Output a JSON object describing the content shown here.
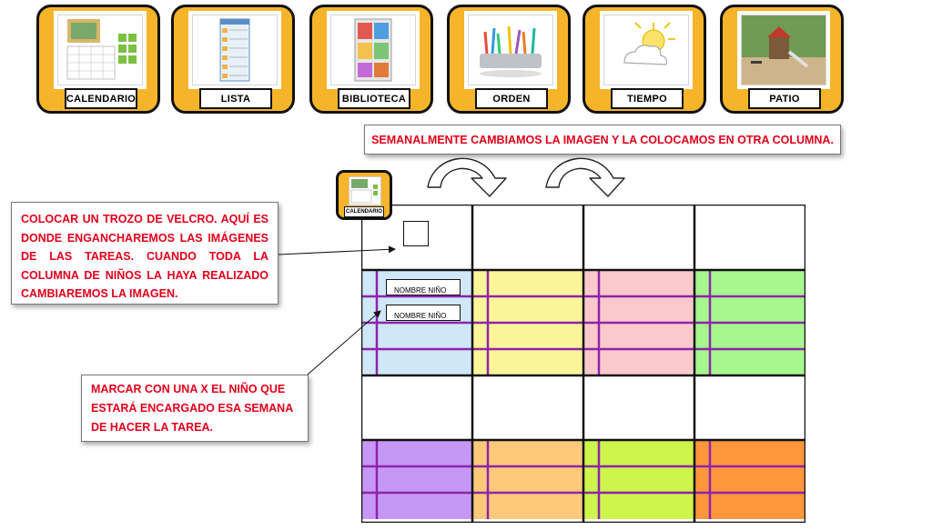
{
  "cards": [
    {
      "label": "CALENDARIO",
      "icon": "calendar-icon"
    },
    {
      "label": "LISTA",
      "icon": "list-icon"
    },
    {
      "label": "BIBLIOTECA",
      "icon": "bookshelf-icon"
    },
    {
      "label": "ORDEN",
      "icon": "supplies-icon"
    },
    {
      "label": "TIEMPO",
      "icon": "weather-icon"
    },
    {
      "label": "PATIO",
      "icon": "playground-icon"
    }
  ],
  "notes": {
    "weekly": "SEMANALMENTE CAMBIAMOS LA IMAGEN Y LA COLOCAMOS EN OTRA COLUMNA.",
    "velcro": "COLOCAR UN TROZO DE VELCRO. AQUÍ ES DONDE ENGANCHAREMOS LAS IMÁGENES DE LAS TAREAS. CUANDO TODA LA COLUMNA DE NIÑOS LA HAYA REALIZADO CAMBIAREMOS LA IMAGEN.",
    "mark": "MARCAR CON UNA X EL NIÑO QUE ESTARÁ ENCARGADO ESA SEMANA DE HACER LA TAREA."
  },
  "mini_card": {
    "label": "CALENDARIO",
    "icon": "calendar-icon"
  },
  "name_boxes": [
    "NOMBRE NIÑO",
    "NOMBRE NIÑO"
  ],
  "colors": {
    "card_bg": "#f6b42a",
    "note_text": "#e2001a",
    "divider": "#8e24aa",
    "row_group_1": [
      "#cfe7f7",
      "#fbf59a",
      "#f9c9cc",
      "#a6f78e"
    ],
    "row_group_2": [
      "#c698f5",
      "#fcc97a",
      "#cdf54b",
      "#ff963c"
    ]
  }
}
